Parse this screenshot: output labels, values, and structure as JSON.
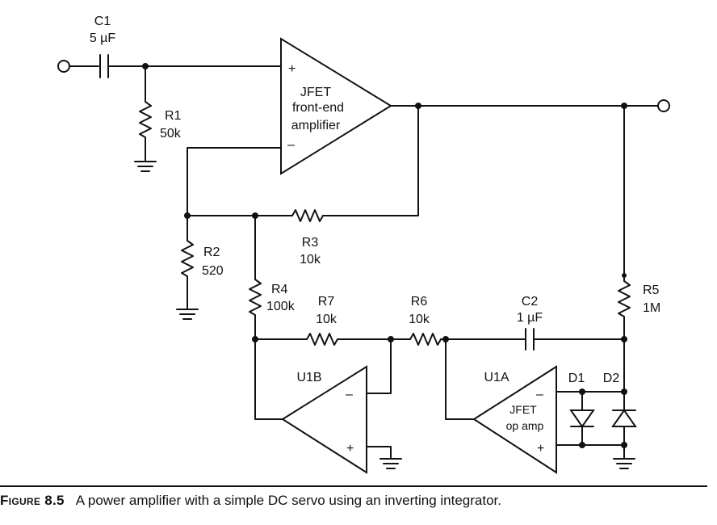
{
  "components": {
    "c1": {
      "ref": "C1",
      "value": "5 µF"
    },
    "r1": {
      "ref": "R1",
      "value": "50k"
    },
    "amp": {
      "line1": "JFET",
      "line2": "front-end",
      "line3": "amplifier",
      "plus": "+",
      "minus": "–"
    },
    "r2": {
      "ref": "R2",
      "value": "520"
    },
    "r3": {
      "ref": "R3",
      "value": "10k"
    },
    "r4": {
      "ref": "R4",
      "value": "100k"
    },
    "r7": {
      "ref": "R7",
      "value": "10k"
    },
    "r6": {
      "ref": "R6",
      "value": "10k"
    },
    "c2": {
      "ref": "C2",
      "value": "1 µF"
    },
    "r5": {
      "ref": "R5",
      "value": "1M"
    },
    "u1b": {
      "ref": "U1B",
      "minus": "–",
      "plus": "+"
    },
    "u1a": {
      "ref": "U1A",
      "line1": "JFET",
      "line2": "op amp",
      "minus": "–",
      "plus": "+"
    },
    "d1": {
      "ref": "D1"
    },
    "d2": {
      "ref": "D2"
    }
  },
  "caption": {
    "label": "Figure 8.5",
    "text": "A power amplifier with a simple DC servo using an inverting integrator."
  }
}
